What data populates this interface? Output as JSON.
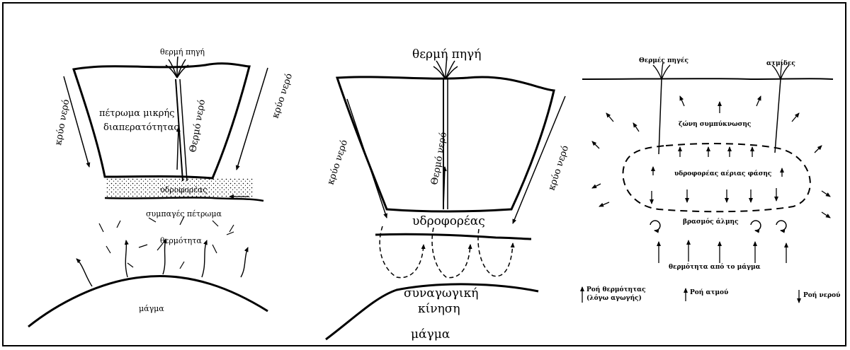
{
  "panel1": {
    "hot_spring": "θερμή πηγή",
    "cold_water_left": "κρύο νερό",
    "cold_water_right": "κρύο νερό",
    "low_permeability_rock_line1": "πέτρωμα μικρής",
    "low_permeability_rock_line2": "διαπερατότητας",
    "hot_water": "Θερμό νερό",
    "aquifer": "υδροφορέας",
    "compact_rock": "συμπαγές πέτρωμα",
    "heat": "θερμότητα",
    "magma": "μάγμα"
  },
  "panel2": {
    "hot_spring": "θερμή πηγή",
    "cold_water_left": "κρύο νερό",
    "cold_water_right": "κρύο νερό",
    "hot_water": "Θερμό νερό",
    "aquifer": "υδροφορέας",
    "convection_line1": "συναγωγική",
    "convection_line2": "κίνηση",
    "magma": "μάγμα"
  },
  "panel3": {
    "hot_springs": "Θερμές πηγές",
    "vapors": "ατμίδες",
    "condensation_zone": "ζώνη συμπύκνωσης",
    "vapor_phase_aquifer": "υδροφορέας αέριας φάσης",
    "brine_boiling": "βρασμός άλμης",
    "heat_from_magma": "θερμότητα από το μάγμα",
    "legend": {
      "heat_flow_line1": "Ροή θερμότητας",
      "heat_flow_line2": "(λόγω αγωγής)",
      "steam_flow": "Ροή ατμού",
      "water_flow": "Ροή νερού"
    }
  },
  "icons": [
    "arrow-icon",
    "plume-icon",
    "circular-arrow-icon"
  ]
}
